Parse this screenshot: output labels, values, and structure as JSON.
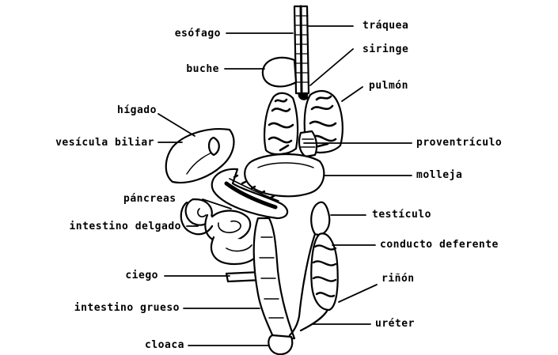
{
  "labels": {
    "esofago": "esófago",
    "buche": "buche",
    "higado": "hígado",
    "vesicula": "vesícula biliar",
    "pancreas": "páncreas",
    "intestino_delgado": "intestino delgado",
    "ciego": "ciego",
    "intestino_grueso": "intestino grueso",
    "cloaca": "cloaca",
    "traquea": "tráquea",
    "siringe": "siringe",
    "pulmon": "pulmón",
    "proventriculo": "proventrículo",
    "molleja": "molleja",
    "testiculo": "testículo",
    "conducto_deferente": "conducto deferente",
    "rinon": "riñón",
    "ureter": "uréter"
  }
}
